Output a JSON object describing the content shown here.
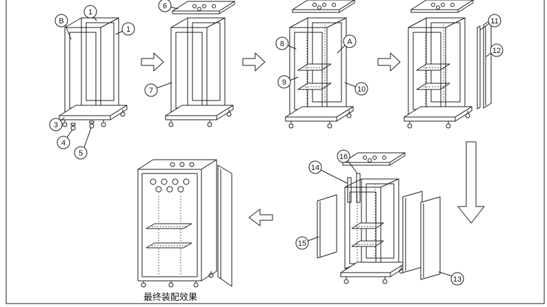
{
  "diagram": {
    "caption": "最终装配效果",
    "callouts": {
      "B": "B",
      "one_a": "1",
      "one_b": "1",
      "three": "3",
      "four": "4",
      "five": "5",
      "six": "6",
      "seven": "7",
      "eight": "8",
      "nine": "9",
      "A": "A",
      "ten": "10",
      "eleven": "11",
      "twelve": "12",
      "thirteen": "13",
      "fourteen": "14",
      "fifteen": "15",
      "sixteen": "16"
    }
  }
}
